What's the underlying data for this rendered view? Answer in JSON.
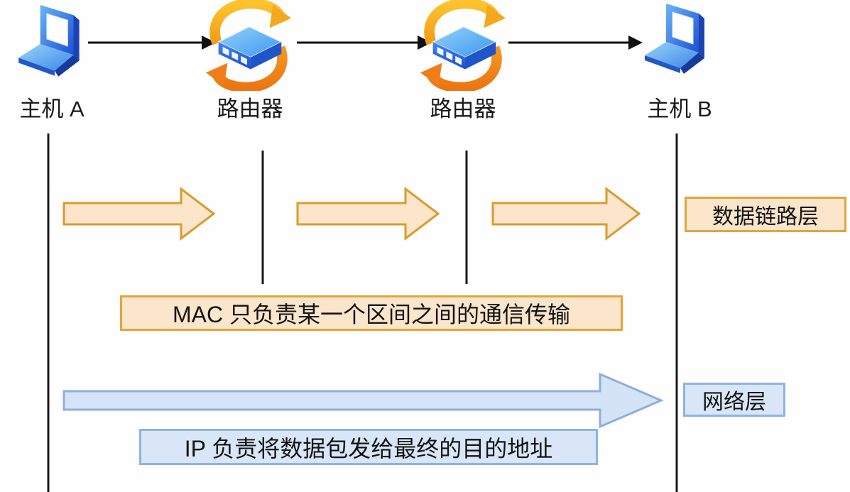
{
  "nodes": [
    {
      "label": "主机 A",
      "type": "host",
      "icon": "laptop-icon"
    },
    {
      "label": "路由器",
      "type": "router",
      "icon": "router-cycle-icon"
    },
    {
      "label": "路由器",
      "type": "router",
      "icon": "router-cycle-icon"
    },
    {
      "label": "主机 B",
      "type": "host",
      "icon": "laptop-icon"
    }
  ],
  "layers": {
    "datalink": {
      "label": "数据链路层",
      "note": "MAC 只负责某一个区间之间的通信传输",
      "fill": "#FBE5CB",
      "border": "#E2A53B"
    },
    "network": {
      "label": "网络层",
      "note": "IP 负责将数据包发给最终的目的地址",
      "fill": "#D8E6F8",
      "border": "#8DB4E2"
    }
  },
  "colors": {
    "connector": "#1a1a1a",
    "hop_arrow_fill": "#FCE5CA",
    "hop_arrow_border": "#D89C2E",
    "flow_arrow_fill": "#D5E3F7",
    "flow_arrow_border": "#8FAEDC",
    "host_blue": "#2E7BE0",
    "router_orange": "#F29B14"
  }
}
